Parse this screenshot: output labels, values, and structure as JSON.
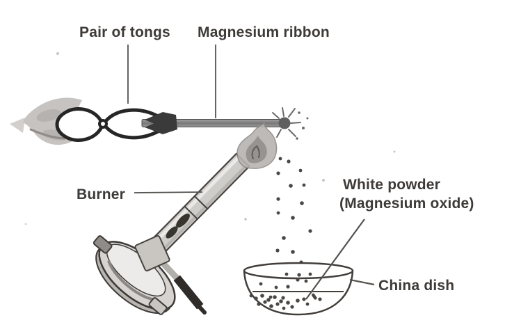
{
  "diagram": {
    "subject": "Burning of magnesium ribbon experiment",
    "labels": {
      "pair_of_tongs": "Pair of tongs",
      "magnesium_ribbon": "Magnesium ribbon",
      "burner": "Burner",
      "white_powder_line1": "White powder",
      "white_powder_line2": "(Magnesium oxide)",
      "china_dish": "China dish"
    },
    "colors": {
      "background": "#ffffff",
      "ink": "#3d3a37",
      "metal_gray": "#7c7c7c",
      "hand_gray": "#c6c3c0"
    }
  }
}
